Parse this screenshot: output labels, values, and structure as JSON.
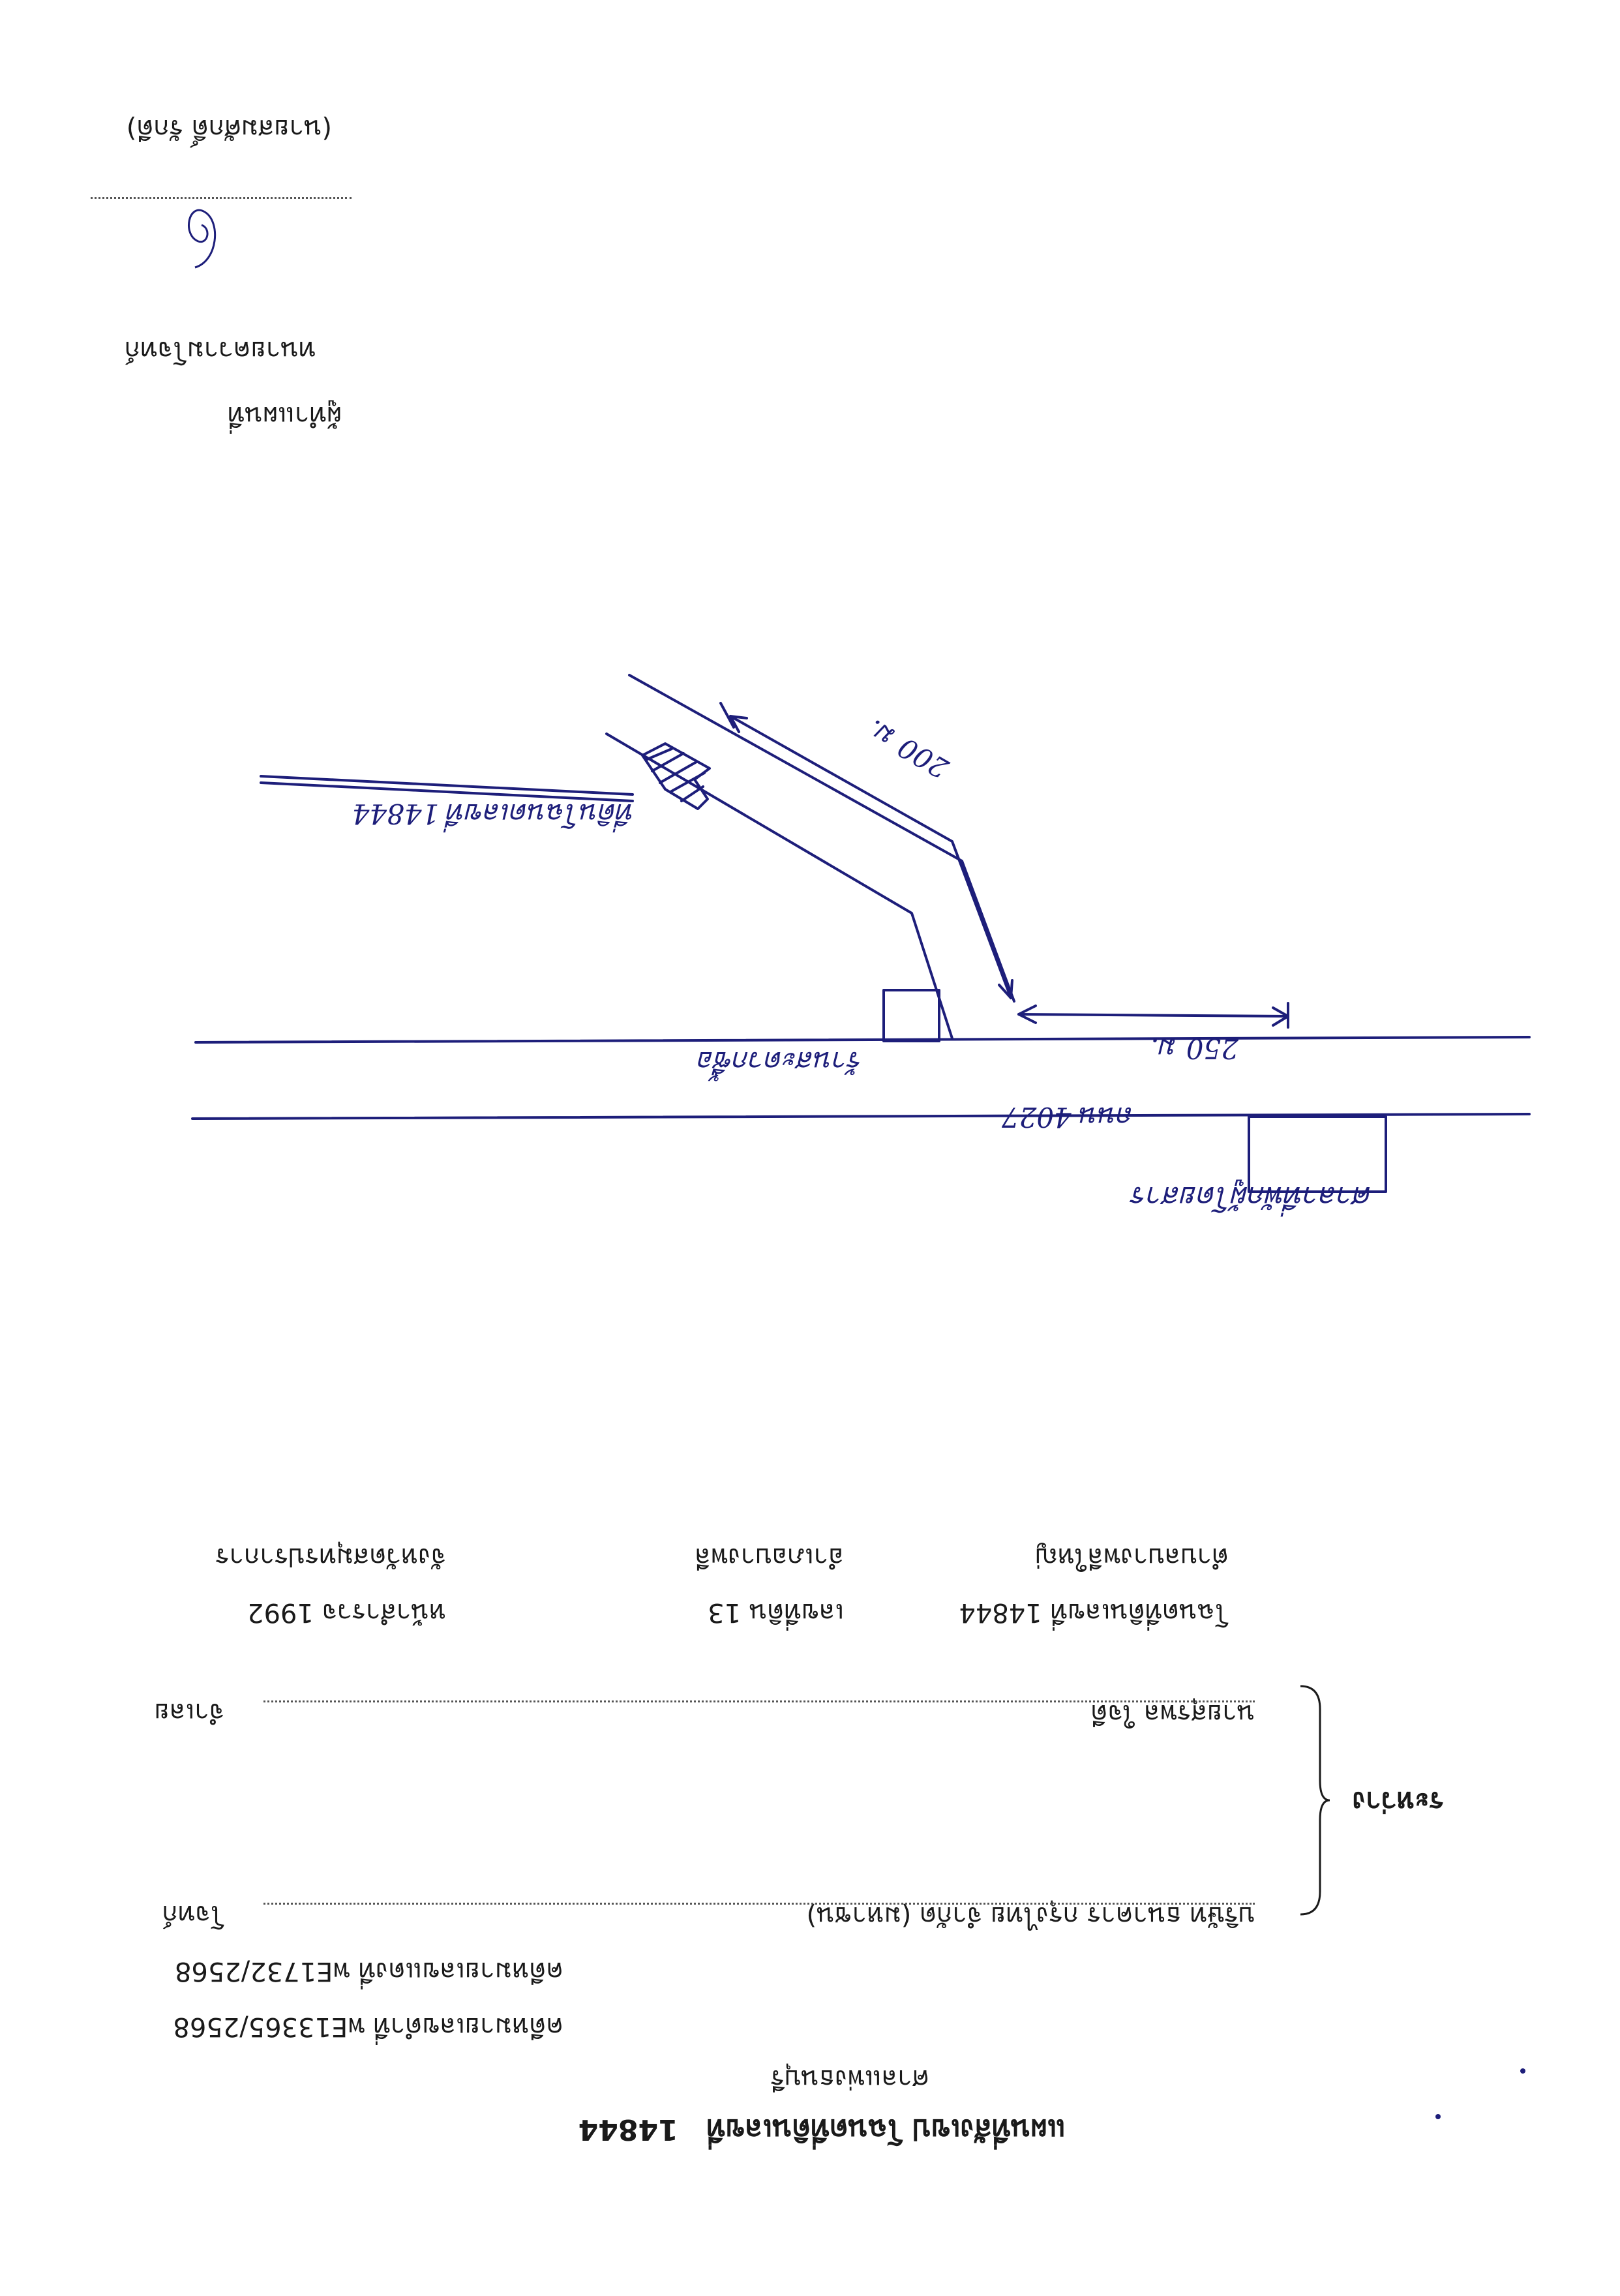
{
  "header": {
    "title_prefix": "แผนที่สังเขป โฉนดที่ดินเลขที่",
    "deed_no": "14844",
    "office": "ศาลแพ่งธนบุรี"
  },
  "case": {
    "black_case": "คดีหมายเลขดำที่ พE13365/2568",
    "red_case": "คดีหมายเลขแดงที่ พE1732/2568"
  },
  "parties": {
    "plaintiff_name": "บริษัท ธนาคาร กรุงไทย จำกัด (มหาชน)",
    "plaintiff_role": "โจทก์",
    "between": "ระหว่าง",
    "defendant_name": "นายสุรพล ใจดี",
    "defendant_role": "จำเลย"
  },
  "land": {
    "deed": "โฉนดที่ดินเลขที่ 14844",
    "land_no": "เลขที่ดิน 13",
    "survey_page": "หน้าสำรวจ 1992",
    "district": "อำเภอบางพลี",
    "subdistrict": "ตำบลบางพลีใหญ่",
    "province": "จังหวัดสมุทรปราการ"
  },
  "map": {
    "road_label": "ถนน 4027",
    "store_label": "ร้านสะดวกซื้อ",
    "plot_label": "ที่ดินโฉนดเลขที่ 14844",
    "bus_stop_label": "ศาลาที่พักผู้โดยสาร",
    "dist_road": "250 ม.",
    "dist_soi": "200 ม."
  },
  "signature": {
    "title": "ผู้ทำแผนที่",
    "role": "ทนายความโจทก์",
    "name": "(นายสมศักดิ์ รักดี)"
  },
  "colors": {
    "ink": "#1d1e7a",
    "print": "#1a1a1a"
  }
}
